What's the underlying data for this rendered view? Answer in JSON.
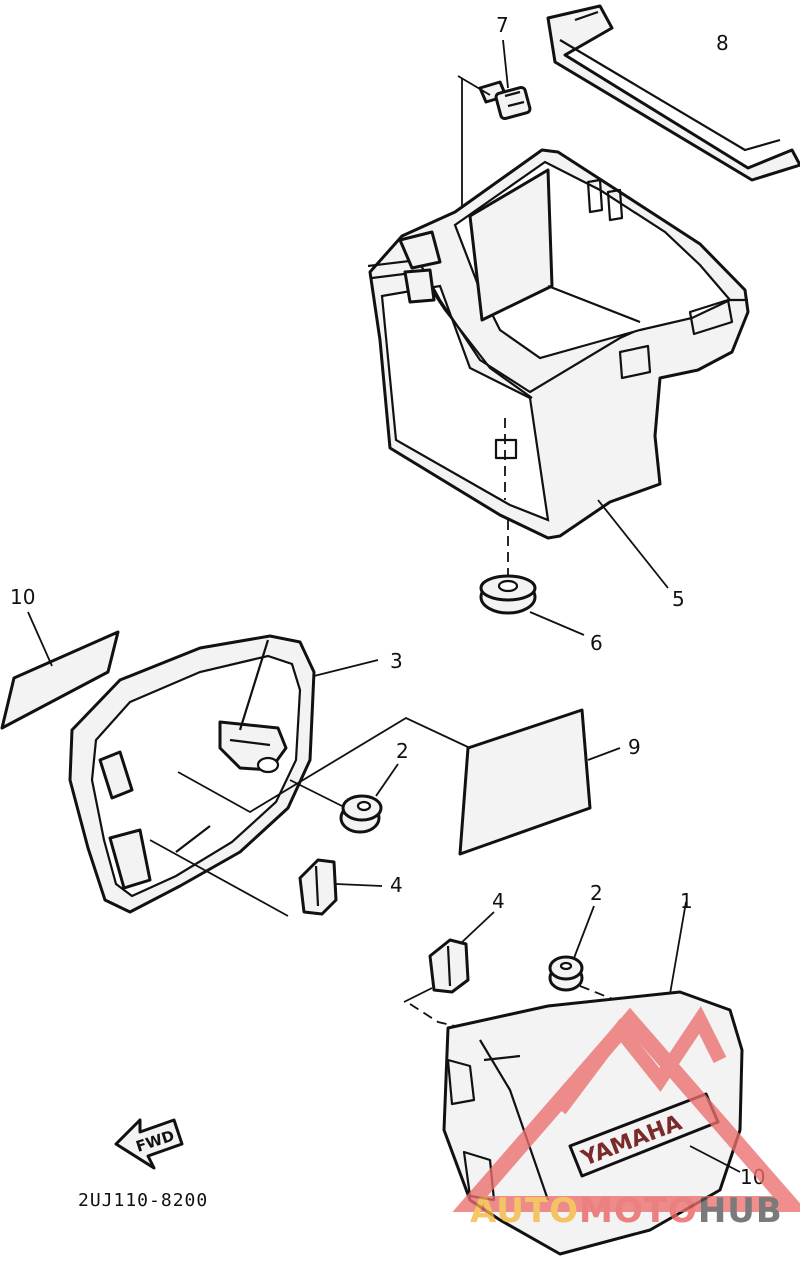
{
  "diagram": {
    "part_numbers": {
      "p1": "1",
      "p2a": "2",
      "p2b": "2",
      "p3": "3",
      "p4a": "4",
      "p4b": "4",
      "p5": "5",
      "p6": "6",
      "p7": "7",
      "p8": "8",
      "p9": "9",
      "p10a": "10",
      "p10b": "10"
    },
    "fwd_label": "FWD",
    "drawing_code": "2UJ110-8200",
    "emblem_text": "YAMAHA"
  },
  "watermark": {
    "part1": "AUTO",
    "part2": "MOTO",
    "part3": "HUB",
    "colors": {
      "auto": "#f5b73c",
      "moto": "#e86060",
      "hub": "#555555",
      "triangle": "#ec6f6f"
    }
  }
}
